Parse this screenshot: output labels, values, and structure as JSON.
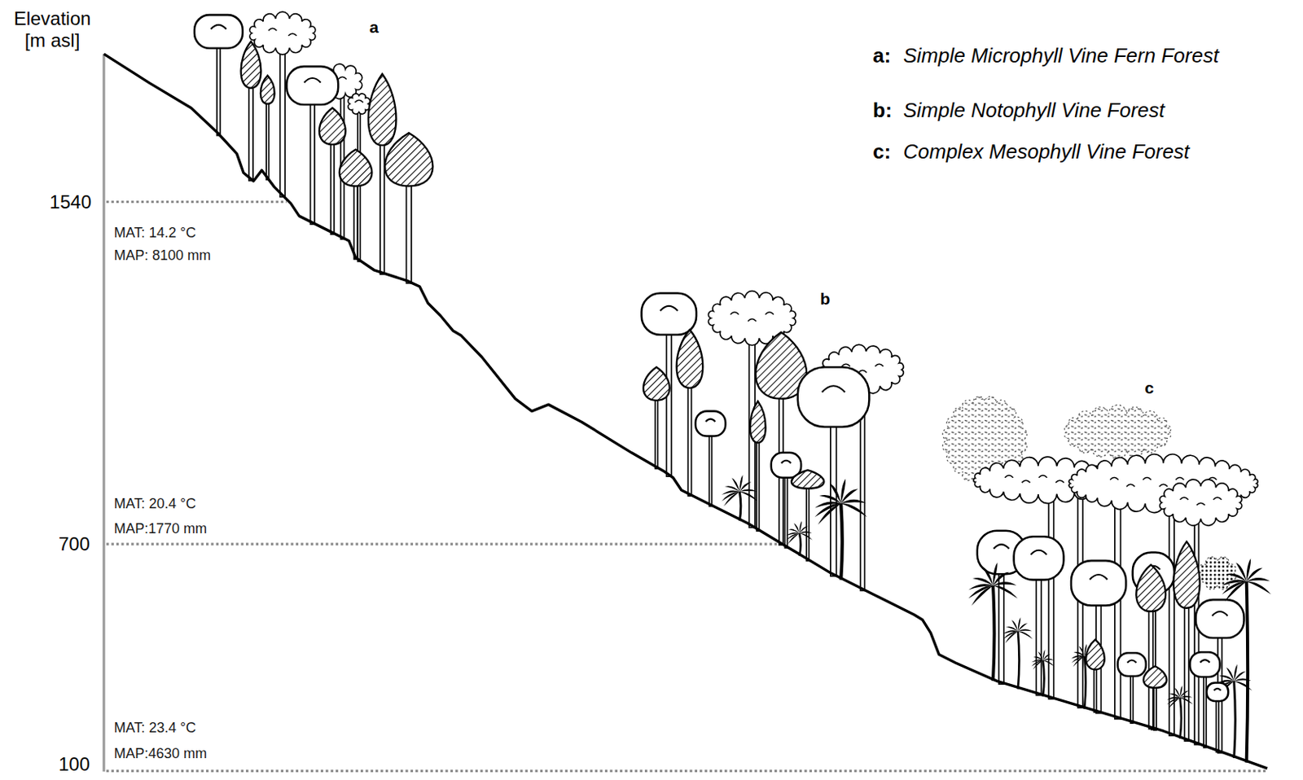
{
  "diagram": {
    "labels": [
      "Elevation [m asl]",
      "1540",
      "700",
      "100",
      "MAT: 14.2 °C",
      "MAP: 8100 mm",
      "MAT: 20.4 °C",
      "MAP:1770 mm",
      "MAT: 23.4 °C",
      "MAP:4630 mm",
      "a",
      "b",
      "c",
      "a:",
      "Simple Microphyll Vine Fern Forest",
      "b:",
      "Simple Notophyll Vine Forest",
      "c:",
      "Complex Mesophyll Vine Forest"
    ]
  }
}
